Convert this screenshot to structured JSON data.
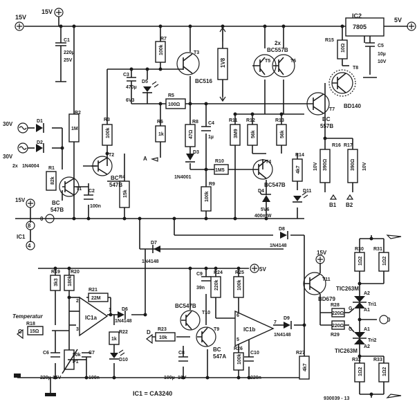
{
  "supply": {
    "v15_left": "15V",
    "v15_top": "15V",
    "v5_right": "5V",
    "v30_1": "30V",
    "v30_2": "30V",
    "v15_ic1": "15V",
    "v15_t11": "15V",
    "v5_opamp": "5V",
    "ic1_pin8": "8",
    "ic1_pin4": "4",
    "ic1_label": "IC1",
    "gnd_zero": "0",
    "ac_zero": "0"
  },
  "regulator": {
    "ref": "IC2",
    "part": "7805"
  },
  "resistors": {
    "R1": {
      "ref": "R1",
      "value": "82k"
    },
    "R2": {
      "ref": "R2",
      "value": "1M"
    },
    "R3": {
      "ref": "R3",
      "value": "100k"
    },
    "R4": {
      "ref": "R4",
      "value": "15k"
    },
    "R5": {
      "ref": "R5",
      "value": "100Ω"
    },
    "R6": {
      "ref": "R6",
      "value": "1k"
    },
    "R7": {
      "ref": "R7",
      "value": "100k"
    },
    "R8": {
      "ref": "R8",
      "value": "47Ω"
    },
    "R9": {
      "ref": "R9",
      "value": "100k"
    },
    "R10": {
      "ref": "R10",
      "value": "1M5"
    },
    "R11": {
      "ref": "R11",
      "value": "3M9"
    },
    "R12": {
      "ref": "R12",
      "value": "56k"
    },
    "R13": {
      "ref": "R13",
      "value": "56k"
    },
    "R14": {
      "ref": "R14",
      "value": "4k7"
    },
    "R15": {
      "ref": "R15",
      "value": "10Ω"
    },
    "R16": {
      "ref": "R16",
      "value": "390Ω"
    },
    "R17": {
      "ref": "R17",
      "value": "390Ω"
    },
    "R18": {
      "ref": "R18",
      "value": "15Ω"
    },
    "R19": {
      "ref": "R19",
      "value": "3k3"
    },
    "R20": {
      "ref": "R20",
      "value": "180k"
    },
    "R21": {
      "ref": "R21",
      "value": "22M"
    },
    "R22": {
      "ref": "R22",
      "value": "1k"
    },
    "R23": {
      "ref": "R23",
      "value": "10k"
    },
    "R24": {
      "ref": "R24",
      "value": "220k"
    },
    "R25": {
      "ref": "R25",
      "value": "100k"
    },
    "R26": {
      "ref": "R26",
      "value": "100k"
    },
    "R27": {
      "ref": "R27",
      "value": "4k7"
    },
    "R28": {
      "ref": "R28",
      "value": "220Ω"
    },
    "R29": {
      "ref": "R29",
      "value": "220Ω"
    },
    "R30": {
      "ref": "R30",
      "value": "1Ω2"
    },
    "R31": {
      "ref": "R31",
      "value": "1Ω2"
    },
    "R32": {
      "ref": "R32",
      "value": "1Ω2"
    },
    "R33": {
      "ref": "R33",
      "value": "1Ω2"
    },
    "R16_side": "10V",
    "R17_side": "10V",
    "R1V8": "1V8"
  },
  "capacitors": {
    "C1": {
      "ref": "C1",
      "value": "220µ",
      "volt": "25V"
    },
    "C2": {
      "ref": "C2",
      "value": "100n"
    },
    "C3": {
      "ref": "C3",
      "value": "470µ",
      "volt": "6V3"
    },
    "C4": {
      "ref": "C4",
      "value": "1µ"
    },
    "C5": {
      "ref": "C5",
      "value": "10µ",
      "volt": "10V"
    },
    "C6": {
      "ref": "C6",
      "value": "220µ",
      "volt": "16V"
    },
    "C7": {
      "ref": "C7",
      "value": "100n"
    },
    "C8": {
      "ref": "C8",
      "value": "100µ",
      "volt": "10V"
    },
    "C9": {
      "ref": "C9",
      "value": "39n"
    },
    "C10": {
      "ref": "C10",
      "value": "220n"
    }
  },
  "diodes": {
    "D1": "D1",
    "D2": "D2",
    "D12_part": "2x",
    "D12_type": "1N4004",
    "D3": "D3",
    "D3_type": "1N4001",
    "D4": "D4",
    "D4_type": "5V6",
    "D4_power": "400mW",
    "D5": "D5",
    "D6": "D6",
    "D6_type": "1N4148",
    "D7": "D7",
    "D7_type": "1N4148",
    "D8": "D8",
    "D8_type": "1N4148",
    "D9": "D9",
    "D9_type": "1N4148",
    "D10": "D10",
    "D11": "D11"
  },
  "transistors": {
    "T1": {
      "ref": "T1",
      "type": "BC",
      "type2": "547B"
    },
    "T2": {
      "ref": "T2",
      "type": "BC",
      "type2": "547B"
    },
    "T3": {
      "ref": "T3",
      "type": "BC516"
    },
    "T4": {
      "ref": "T4",
      "type": "BC547B"
    },
    "T5": {
      "ref": "T5"
    },
    "T6": {
      "ref": "T6"
    },
    "T56_count": "2x",
    "T56_type": "BC557B",
    "T7": {
      "ref": "T7",
      "type": "BC",
      "type2": "557B"
    },
    "T8": {
      "ref": "T8",
      "type": "BD140"
    },
    "T9": {
      "ref": "T9",
      "type": "BC",
      "type2": "547A"
    },
    "T10": {
      "ref": "T10",
      "type": "BC547B"
    },
    "T11": {
      "ref": "T11",
      "type": "BD679"
    }
  },
  "opamps": {
    "IC1a": "IC1a",
    "IC1b": "IC1b",
    "pin1": "1",
    "pin2": "2",
    "pin3": "3",
    "pin5": "5",
    "pin6": "6",
    "pin7": "7",
    "ic_note": "IC1 = CA3240"
  },
  "triacs": {
    "tri1": "Tri1",
    "tri2": "Tri2",
    "part1": "TIC263M",
    "part2": "TIC263M",
    "a1": "A1",
    "a2": "A2",
    "g": "G"
  },
  "pot": {
    "ref": "P1",
    "value": "50k"
  },
  "terminals": {
    "A": "A",
    "B1": "B1",
    "B2": "B2",
    "C": "C",
    "D": "D",
    "temperature": "Temperatur"
  },
  "footer": {
    "code": "930039 - 13"
  }
}
